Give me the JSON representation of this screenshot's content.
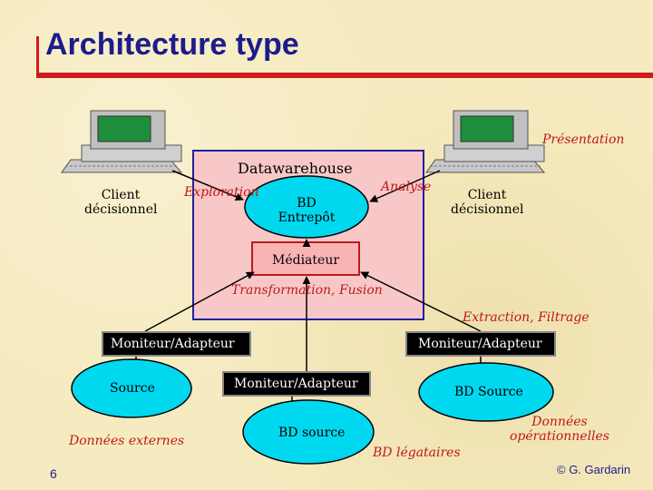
{
  "title": "Architecture type",
  "labels": {
    "presentation": "Présentation",
    "datawarehouse": "Datawarehouse",
    "client_left_line1": "Client",
    "client_left_line2": "décisionnel",
    "client_right_line1": "Client",
    "client_right_line2": "décisionnel",
    "exploration": "Exploration",
    "analyse": "Analyse",
    "bd_entrepot_line1": "BD",
    "bd_entrepot_line2": "Entrepôt",
    "mediateur": "Médiateur",
    "transformation_fusion": "Transformation, Fusion",
    "extraction_filtrage": "Extraction, Filtrage",
    "moniteur_left": "Moniteur/Adapteur",
    "moniteur_right": "Moniteur/Adapteur",
    "moniteur_center": "Moniteur/Adapteur",
    "source": "Source",
    "bd_source_right": "BD Source",
    "bd_source_center": "BD source",
    "donnees_externes": "Données externes",
    "bd_legataires": "BD légataires",
    "donnees_op_line1": "Données",
    "donnees_op_line2": "opérationnelles"
  },
  "footer": {
    "page_number": "6",
    "copyright": "© G. Gardarin"
  },
  "colors": {
    "title": "#1c1c8a",
    "accent_red": "#d01c1c",
    "warehouse_fill": "#f8c8c8",
    "warehouse_border": "#2020a0",
    "ellipse_fill": "#00d8f0",
    "mediator_fill": "#f8b4b4",
    "mediator_border": "#c01818",
    "adapter_fill": "#000000",
    "adapter_text": "#ffffff"
  }
}
